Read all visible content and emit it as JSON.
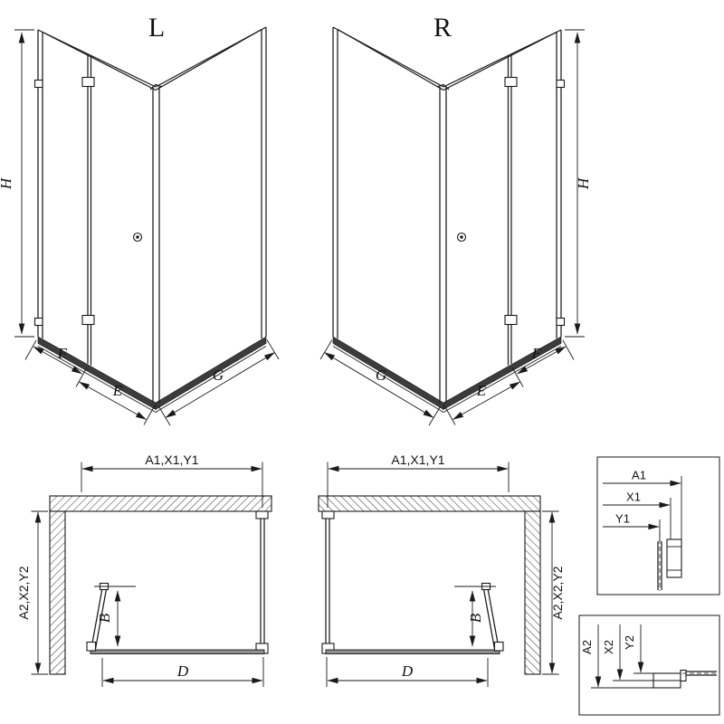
{
  "colors": {
    "background": "#ffffff",
    "line": "#1a1a1a",
    "tray": "#3c3c3c"
  },
  "views": {
    "iso_left": {
      "label": "L",
      "dim_height": "H",
      "dim_front_fixed": "F",
      "dim_front_entry": "E",
      "dim_side": "G"
    },
    "iso_right": {
      "label": "R",
      "dim_height": "H",
      "dim_front_fixed": "F",
      "dim_front_entry": "E",
      "dim_side": "G"
    },
    "plan_left": {
      "dim_width": "A1,X1,Y1",
      "dim_depth": "A2,X2,Y2",
      "dim_door": "B",
      "dim_front": "D"
    },
    "plan_right": {
      "dim_width": "A1,X1,Y1",
      "dim_depth": "A2,X2,Y2",
      "dim_door": "B",
      "dim_front": "D"
    },
    "detail_width": {
      "dim_a": "A1",
      "dim_x": "X1",
      "dim_y": "Y1"
    },
    "detail_depth": {
      "dim_a": "A2",
      "dim_x": "X2",
      "dim_y": "Y2"
    }
  }
}
